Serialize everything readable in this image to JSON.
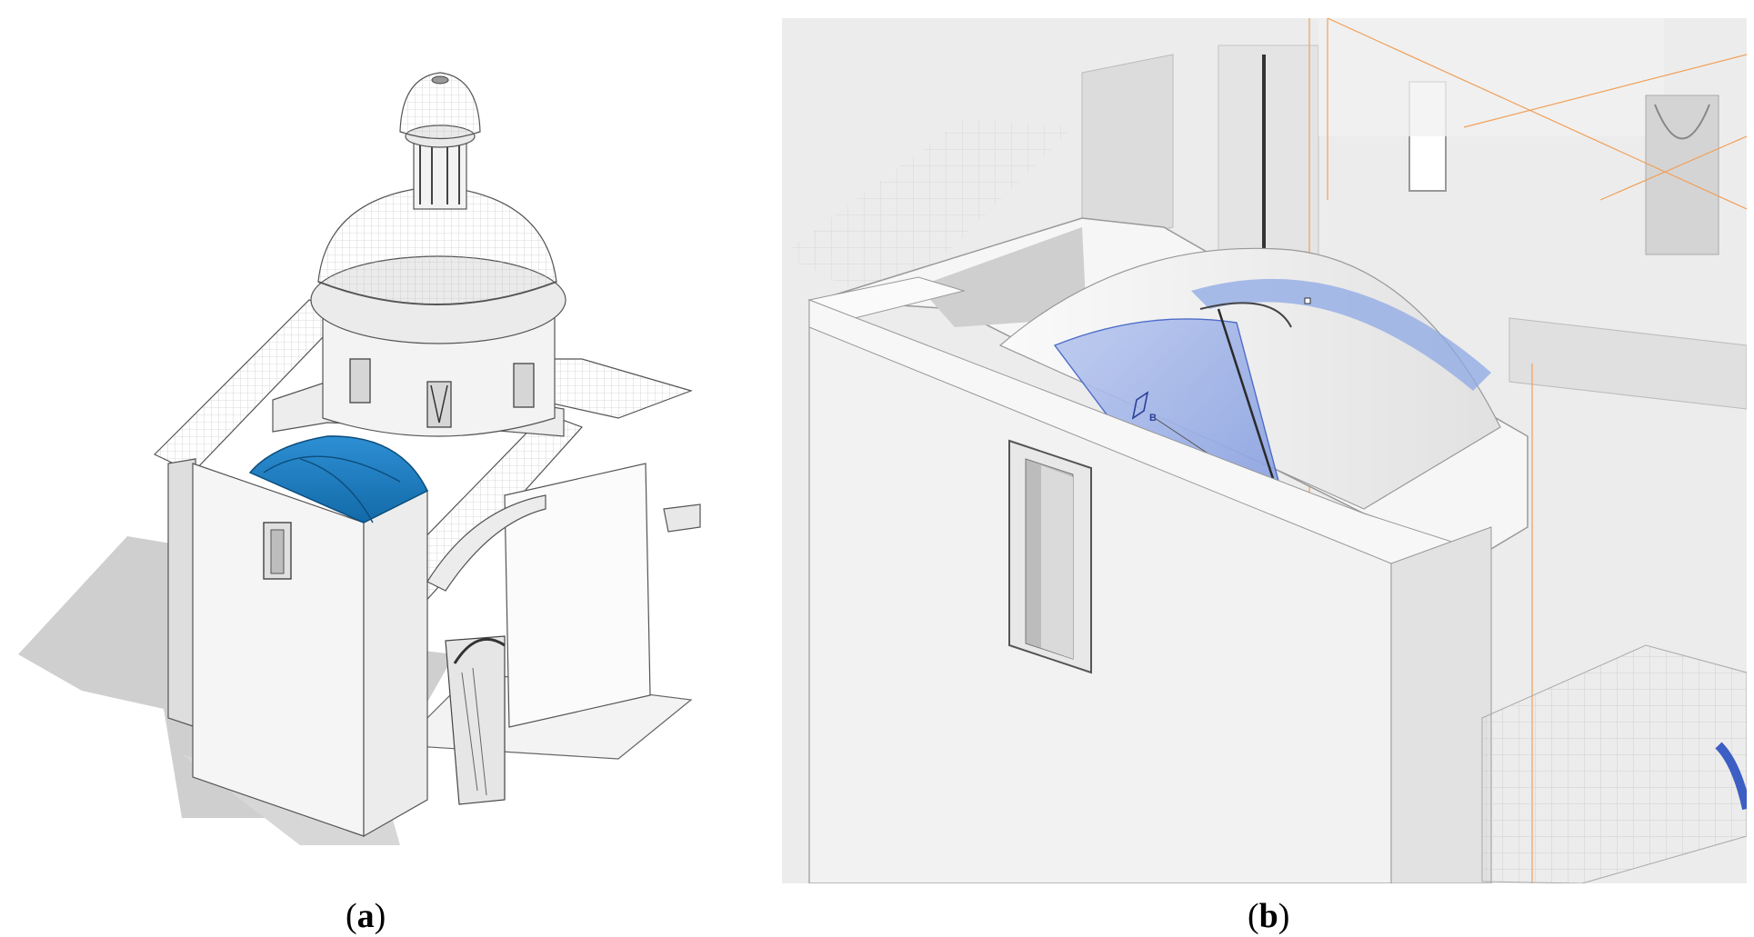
{
  "panels": [
    {
      "id": "a",
      "caption_open": "(",
      "caption_letter": "a",
      "caption_close": ")"
    },
    {
      "id": "b",
      "caption_open": "(",
      "caption_letter": "b",
      "caption_close": ")"
    }
  ],
  "annotations": {
    "section_marker": "B"
  },
  "colors": {
    "vault_blue_a": "#1f7fc4",
    "vault_blue_b": "#8ea8e6",
    "wall_white": "#f4f4f4",
    "shadow_gray": "#cfcfcf",
    "guide_orange": "#f0a05a"
  }
}
